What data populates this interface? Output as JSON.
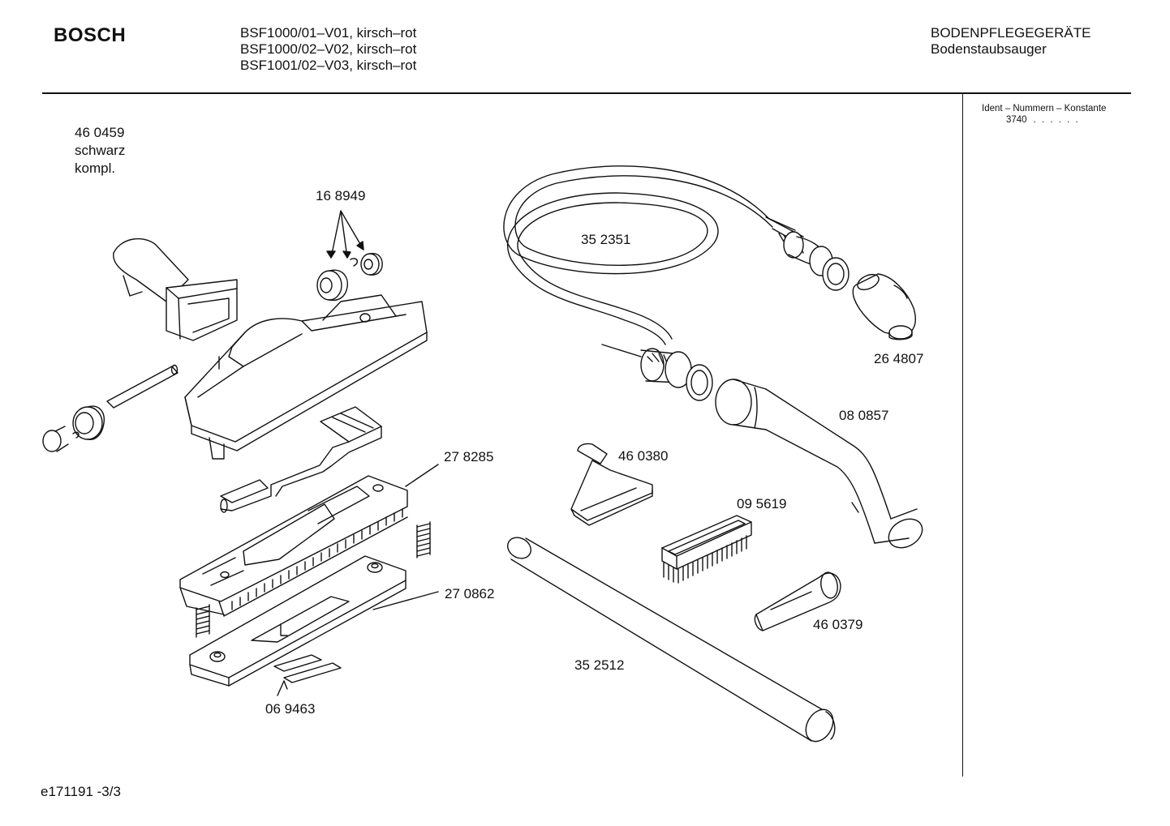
{
  "header": {
    "brand": "BOSCH",
    "models": [
      "BSF1000/01–V01, kirsch–rot",
      "BSF1000/02–V02, kirsch–rot",
      "BSF1001/02–V03, kirsch–rot"
    ],
    "category": "BODENPFLEGEGERÄTE",
    "subcategory": "Bodenstaubsauger"
  },
  "sidebar": {
    "ident_title": "Ident – Nummern – Konstante",
    "ident_code": "3740",
    "ident_dots": ". .   . . . ."
  },
  "assembly_note": {
    "number": "46 0459",
    "color": "schwarz",
    "complete": "kompl."
  },
  "parts": [
    {
      "id": "p168949",
      "number": "16 8949"
    },
    {
      "id": "p352351",
      "number": "35 2351"
    },
    {
      "id": "p264807",
      "number": "26 4807"
    },
    {
      "id": "p080857",
      "number": "08 0857"
    },
    {
      "id": "p460380",
      "number": "46 0380"
    },
    {
      "id": "p278285",
      "number": "27 8285"
    },
    {
      "id": "p095619",
      "number": "09 5619"
    },
    {
      "id": "p270862",
      "number": "27 0862"
    },
    {
      "id": "p460379",
      "number": "46 0379"
    },
    {
      "id": "p352512",
      "number": "35 2512"
    },
    {
      "id": "p069463",
      "number": "06 9463"
    }
  ],
  "footer": {
    "doc_id": "e171191 -3/3"
  }
}
